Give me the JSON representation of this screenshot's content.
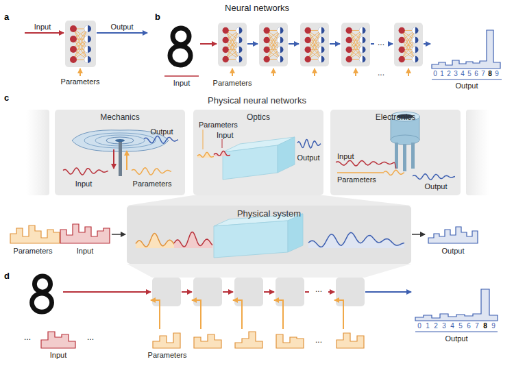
{
  "diagram": {
    "title": "Neural networks",
    "nodes": [
      {
        "text": [
          "Mechanics"
        ]
      },
      {
        "text": [
          "Optics"
        ]
      },
      {
        "text": [
          "Electronics"
        ]
      },
      {
        "text": [
          "Physical system"
        ]
      }
    ],
    "labels": [
      "a",
      "b",
      "Input",
      "Output",
      "Parameters",
      "Input",
      "Parameters",
      "...",
      "...",
      "0",
      "1",
      "2",
      "3",
      "4",
      "5",
      "6",
      "7",
      "8",
      "9",
      "Output",
      "c",
      "Physical neural networks",
      "Output",
      "Input",
      "Parameters",
      "Parameters",
      "Input",
      "Output",
      "Input",
      "Parameters",
      "Output",
      "Parameters",
      "Input",
      "Output",
      "d",
      "...",
      "...",
      "Input",
      "...",
      "...",
      "Parameters",
      "0",
      "1",
      "2",
      "3",
      "4",
      "5",
      "6",
      "7",
      "8",
      "9",
      "Output"
    ]
  }
}
